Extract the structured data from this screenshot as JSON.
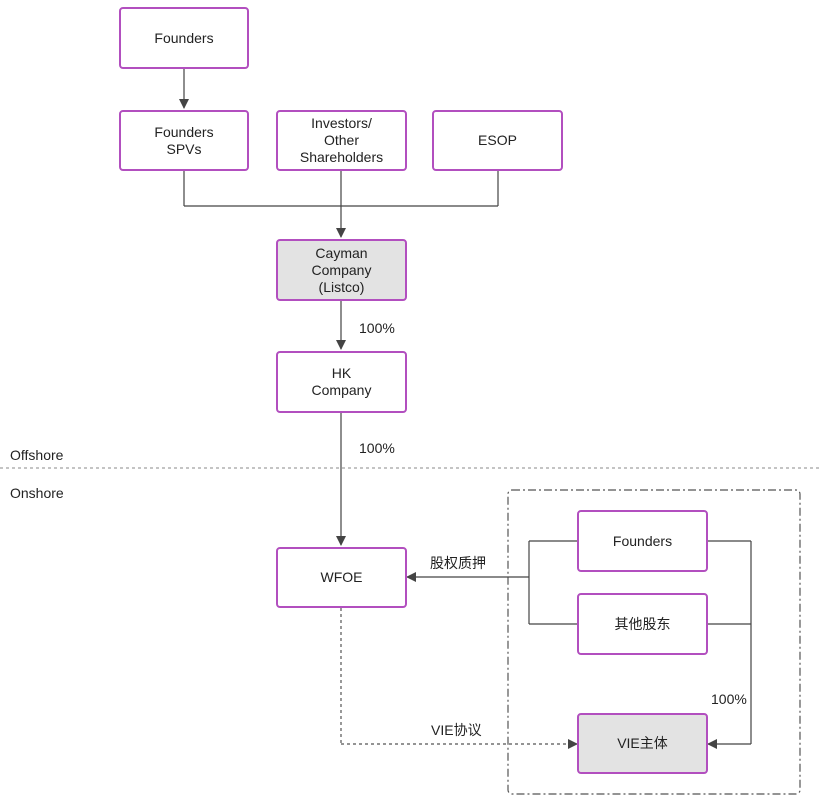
{
  "colors": {
    "box_border": "#b24fbf",
    "listco_fill": "#e3e3e3",
    "vie_fill": "#e3e3e3",
    "line": "#444444"
  },
  "nodes": {
    "founders_top": "Founders",
    "founders_spvs": "Founders\nSPVs",
    "investors": "Investors/\nOther\nShareholders",
    "esop": "ESOP",
    "cayman": "Cayman\nCompany\n(Listco)",
    "hk": "HK\nCompany",
    "wfoe": "WFOE",
    "founders_onshore": "Founders",
    "other_shareholders": "其他股东",
    "vie_entity": "VIE主体"
  },
  "labels": {
    "cayman_to_hk": "100%",
    "hk_to_wfoe": "100%",
    "offshore": "Offshore",
    "onshore": "Onshore",
    "equity_pledge": "股权质押",
    "vie_agreement": "VIE协议",
    "shareholders_to_vie": "100%"
  }
}
